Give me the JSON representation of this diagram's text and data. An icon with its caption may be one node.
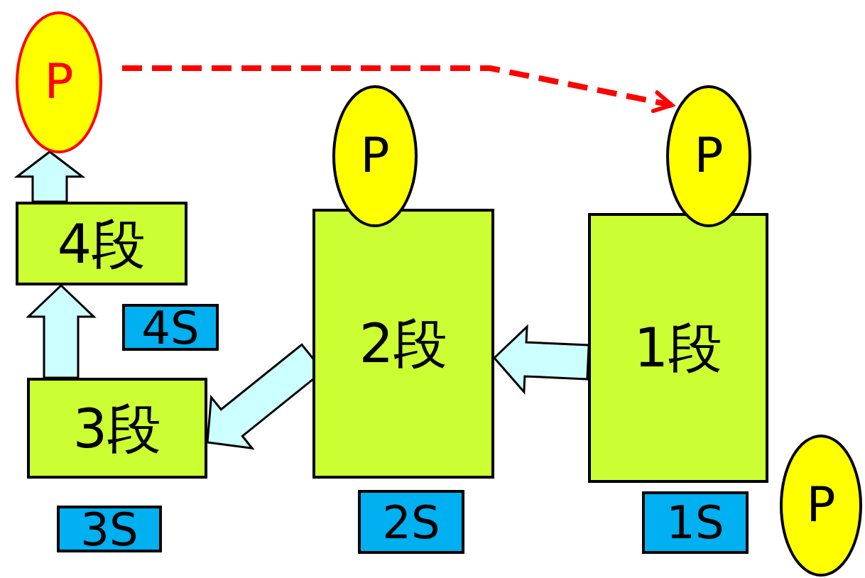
{
  "diagram": {
    "nodes": [
      {
        "text": [
          "P"
        ]
      },
      {
        "text": [
          "4段"
        ]
      },
      {
        "text": [
          "4S"
        ]
      },
      {
        "text": [
          "3段"
        ]
      },
      {
        "text": [
          "3S"
        ]
      },
      {
        "text": [
          "P"
        ]
      },
      {
        "text": [
          "2段"
        ]
      },
      {
        "text": [
          "2S"
        ]
      },
      {
        "text": [
          "P"
        ]
      },
      {
        "text": [
          "1段"
        ]
      },
      {
        "text": [
          "1S"
        ]
      },
      {
        "text": [
          "P"
        ]
      }
    ],
    "edges": [
      {
        "from": 0,
        "to": 8,
        "arrow": "to",
        "style": "dashed",
        "color": "#ff0000"
      },
      {
        "from": 1,
        "to": 0,
        "arrow": "to",
        "style": "thick"
      },
      {
        "from": 3,
        "to": 1,
        "arrow": "to",
        "style": "thick"
      },
      {
        "from": 6,
        "to": 3,
        "arrow": "to",
        "style": "thick"
      },
      {
        "from": 9,
        "to": 6,
        "arrow": "to",
        "style": "thick"
      }
    ]
  }
}
